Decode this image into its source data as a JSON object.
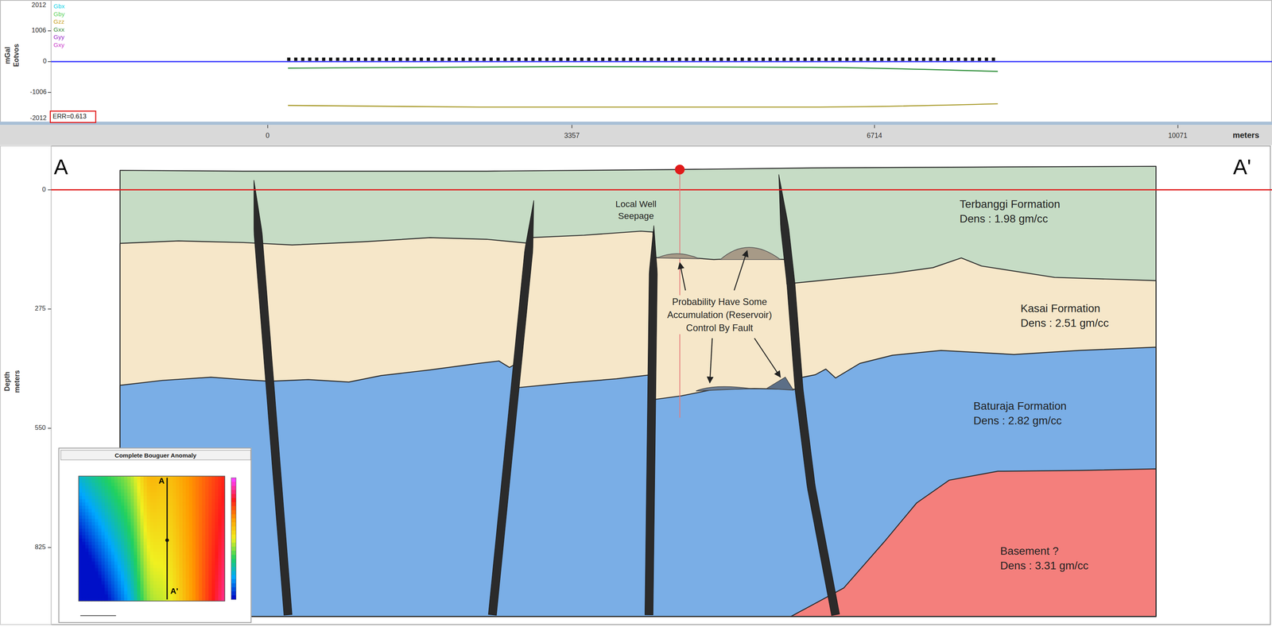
{
  "diagram": {
    "nodes": [
      {
        "text": [
          "Terbanggi Formation",
          "Dens : 1.98 gm/cc"
        ]
      },
      {
        "text": [
          "Kasai Formation",
          "Dens : 2.51 gm/cc"
        ]
      },
      {
        "text": [
          "Baturaja Formation",
          "Dens : 2.82 gm/cc"
        ]
      },
      {
        "text": [
          "Basement ?",
          "Dens : 3.31 gm/cc"
        ]
      },
      {
        "text": [
          "Complete Bouguer Anomaly",
          "A",
          "A'"
        ]
      }
    ],
    "labels": [
      "mGal",
      "Eotvos",
      "2012",
      "1006",
      "0",
      "-1006",
      "-2012",
      "ERR=0.613",
      "0",
      "3357",
      "6714",
      "10071",
      "meters",
      "A",
      "A'",
      "Depth",
      "meters",
      "0",
      "275",
      "550",
      "825",
      "Local Well Seepage",
      "Probability Have Some Accumulation (Reservoir) Control By Fault"
    ],
    "legend": [
      {
        "text": "Gbx",
        "color": "#19d3e6"
      },
      {
        "text": "Gby",
        "color": "#5fd35f"
      },
      {
        "text": "Gzz",
        "color": "#c9a227"
      },
      {
        "text": "Gxx",
        "color": "#3f8f3f"
      },
      {
        "text": "Gyy",
        "color": "#9b30c8"
      },
      {
        "text": "Gxy",
        "color": "#cc44cc"
      }
    ]
  }
}
